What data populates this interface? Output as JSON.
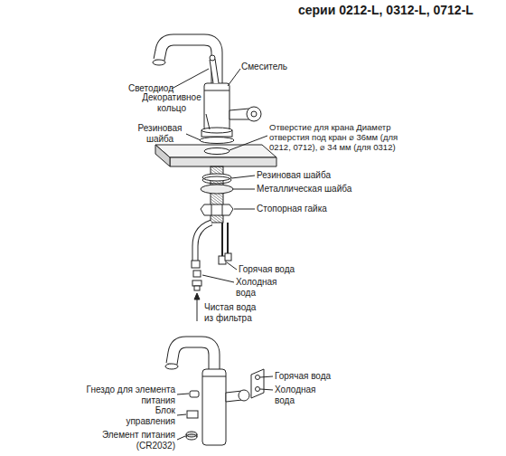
{
  "diagram": {
    "title": "серии 0212-L, 0312-L, 0712-L",
    "labels": [
      "Светодиод",
      "Смеситель",
      "Декоративное кольцо",
      "Резиновая шайба",
      "Отверстие для крана Диаметр отверстия под кран ⌀ 36мм (для 0212, 0712), ⌀ 34 мм (для 0312)",
      "Резиновая шайба",
      "Металлическая шайба",
      "Стопорная гайка",
      "Горячая вода",
      "Холодная вода",
      "Чистая вода из фильтра",
      "Горячая вода",
      "Холодная вода",
      "Гнездо для элемента питания",
      "Блок управления",
      "Элемент питания (CR2032)"
    ]
  }
}
